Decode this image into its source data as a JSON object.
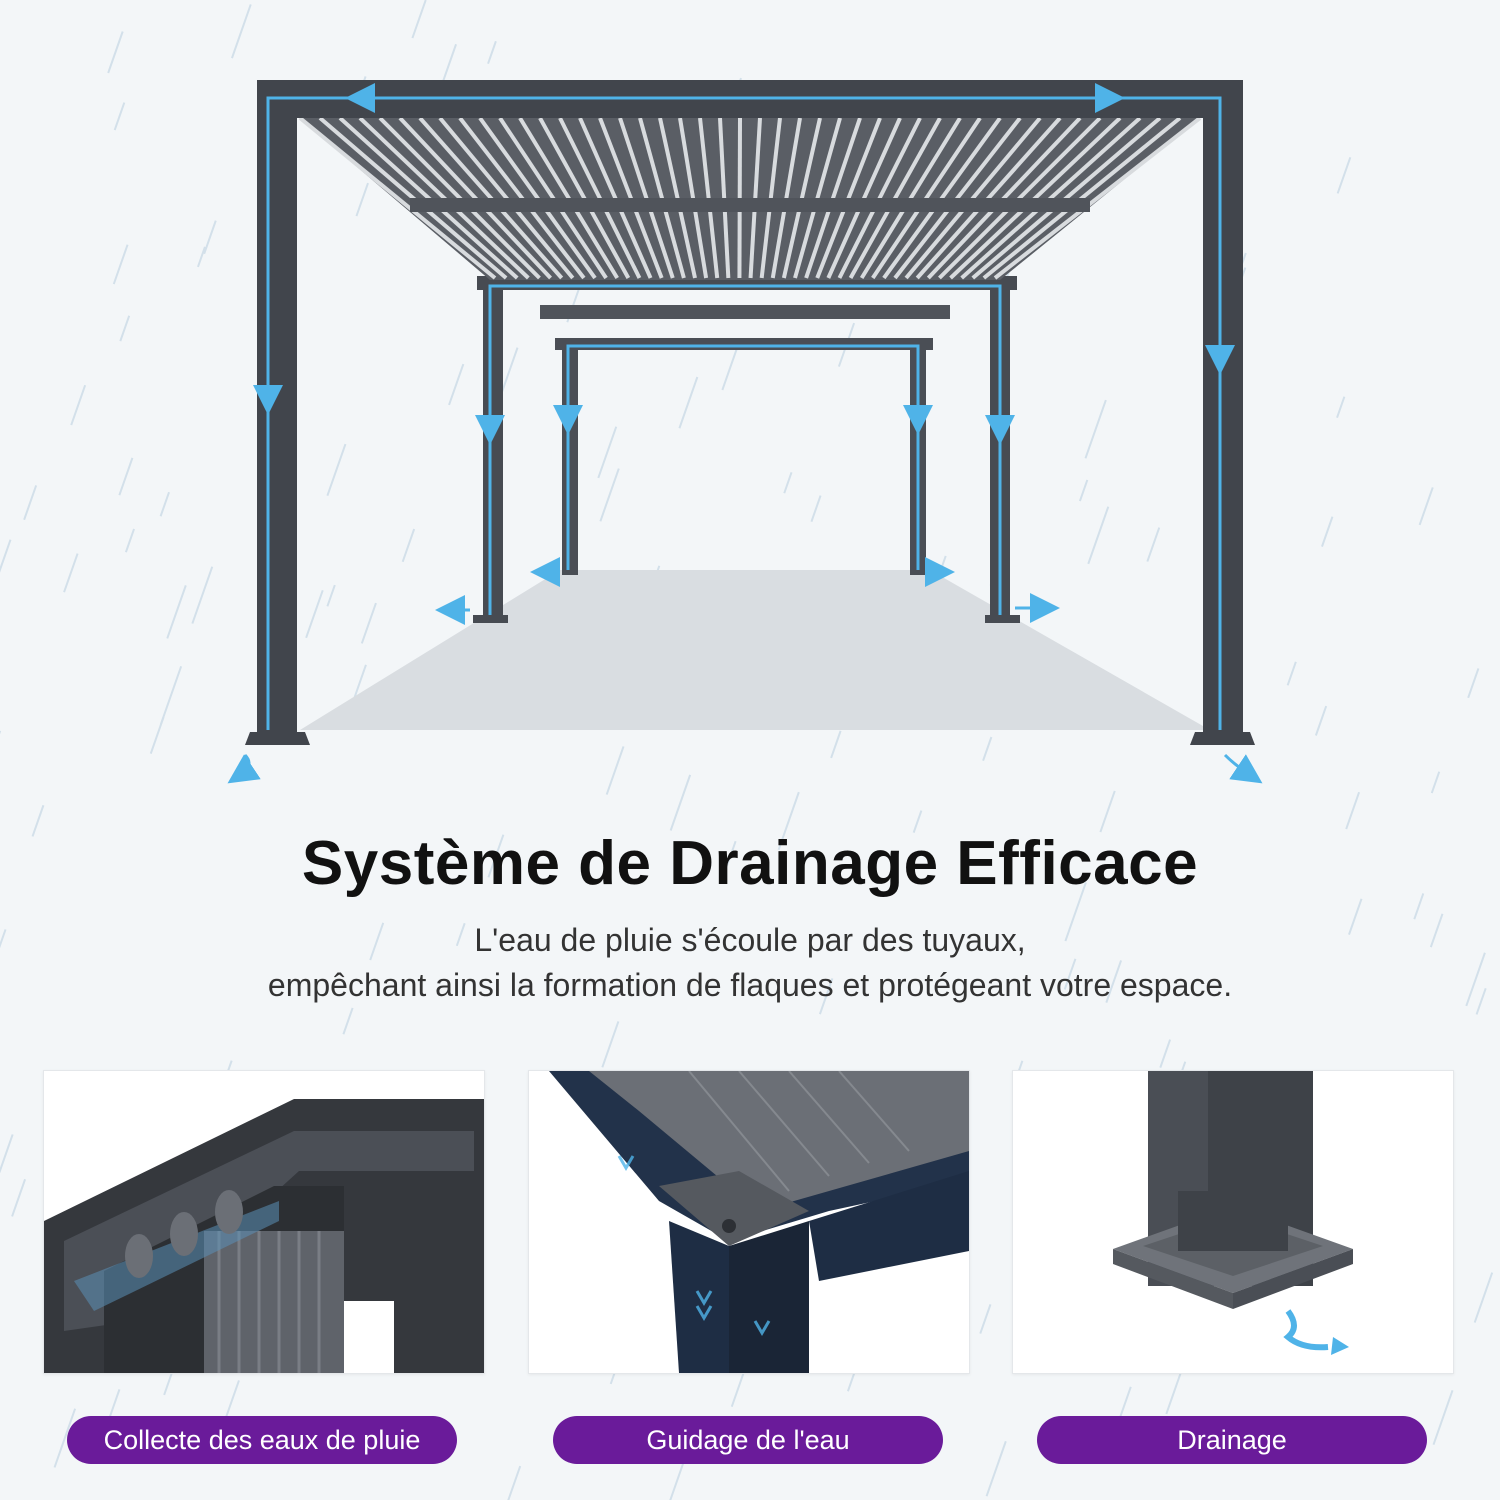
{
  "title": "Système de Drainage Efficace",
  "subtitle": {
    "line1": "L'eau de pluie s'écoule par des tuyaux,",
    "line2": "empêchant ainsi la formation de flaques et protégeant votre espace."
  },
  "features": [
    {
      "label": "Collecte des eaux de pluie"
    },
    {
      "label": "Guidage de l'eau"
    },
    {
      "label": "Drainage"
    }
  ],
  "colors": {
    "accent": "#6a1b9a",
    "water": "#4fb3e8",
    "frame": "#3f4349",
    "background": "#f3f6f8"
  }
}
